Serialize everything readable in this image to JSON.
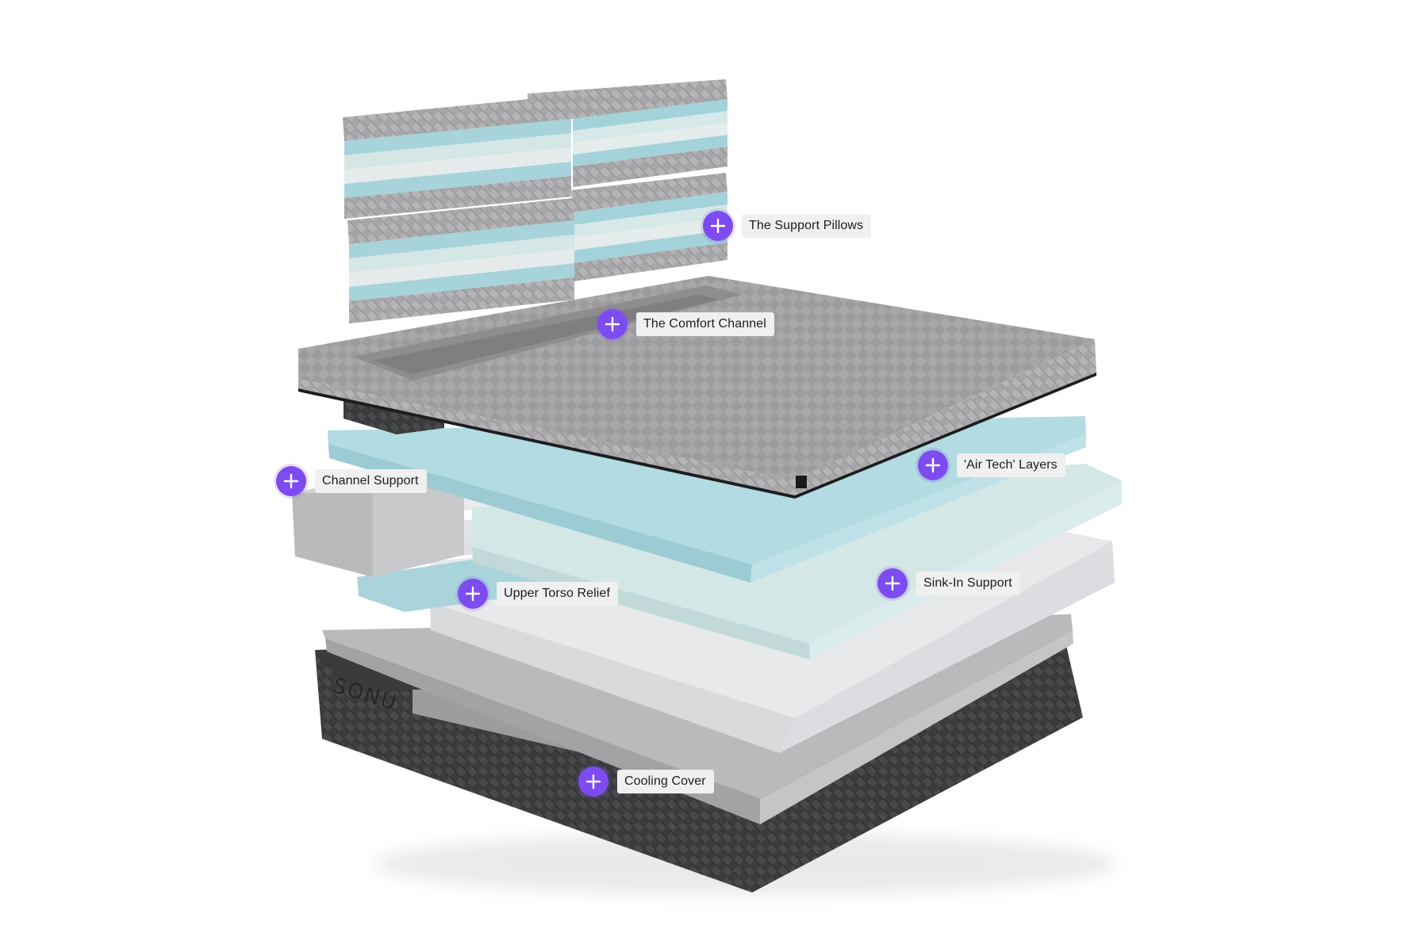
{
  "brand": {
    "logo_text": "SONU"
  },
  "colors": {
    "hotspot": "#7d4cf0",
    "tag_background": "#f0f0f0",
    "tag_text": "#1c1c1c",
    "knit_gray": "#a3a3a5",
    "base_dark": "#3d3e40",
    "foam_blue": "#b0d9e0",
    "foam_mint": "#d2e6e6",
    "foam_white": "#e4e6e8"
  },
  "hotspots": [
    {
      "label": "The Support Pillows",
      "icon": "plus-icon"
    },
    {
      "label": "The Comfort Channel",
      "icon": "plus-icon"
    },
    {
      "label": "'Air Tech' Layers",
      "icon": "plus-icon"
    },
    {
      "label": "Channel Support",
      "icon": "plus-icon"
    },
    {
      "label": "Sink-In Support",
      "icon": "plus-icon"
    },
    {
      "label": "Upper Torso Relief",
      "icon": "plus-icon"
    },
    {
      "label": "Cooling Cover",
      "icon": "plus-icon"
    }
  ]
}
